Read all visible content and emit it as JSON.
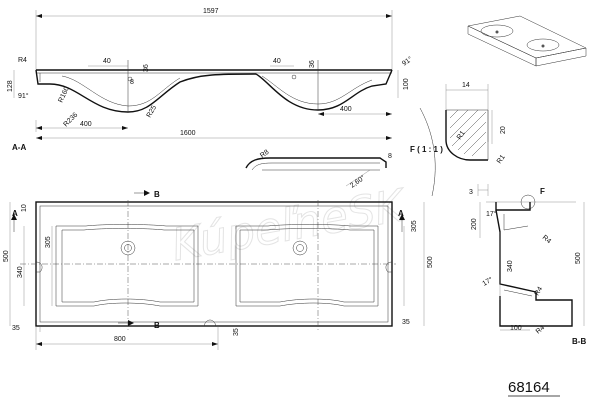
{
  "drawing_number": "68164",
  "watermark": "KúpeľneSK",
  "section_labels": {
    "aa": "A-A",
    "bb": "B-B",
    "a_left": "A",
    "a_right": "A",
    "b_top": "B",
    "b_bottom": "B",
    "f": "F",
    "detail": "F ( 1 : 1 )"
  },
  "section_aa_dims": {
    "overall_top": "1597",
    "overall_bottom": "1600",
    "r4": "R4",
    "h128": "128",
    "a91_left": "91°",
    "r160": "R160",
    "r236": "R236",
    "d40_left": "40",
    "d36_left": "36",
    "d8": "8",
    "r25": "R25",
    "d400_left": "400",
    "d40_right": "40",
    "d36_right": "36",
    "a91_right": "91°",
    "h100": "100",
    "d400_right": "400"
  },
  "overflow_dims": {
    "r8": "R8",
    "d8": "8",
    "angle": "2,60°"
  },
  "detail_dims": {
    "d14": "14",
    "d20": "20",
    "r1_top": "R1",
    "r1_bottom": "R1",
    "d3": "3"
  },
  "plan_dims": {
    "d10": "10",
    "d500_left": "500",
    "d340": "340",
    "d305_left": "305",
    "d305_right": "305",
    "d500_right": "500",
    "d35_left": "35",
    "d35_mid": "35",
    "d35_right": "35",
    "d800": "800"
  },
  "section_bb_dims": {
    "a17_top": "17°",
    "d200": "200",
    "r4_top": "R4",
    "d340": "340",
    "d500": "500",
    "a17_bottom": "17°",
    "r4_bottom": "R4",
    "d100": "100",
    "r4_base": "R4"
  }
}
